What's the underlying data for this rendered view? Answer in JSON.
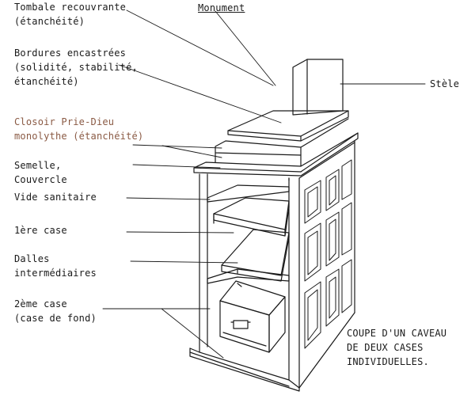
{
  "title": "Monument",
  "labels": {
    "tombale": [
      "Tombale recouvrante",
      "(étanchéité)"
    ],
    "bordures": [
      "Bordures encastrées",
      "(solidité, stabilité,",
      "étanchéité)"
    ],
    "closoir": [
      "Closoir Prie-Dieu",
      "monolythe (étanchéité)"
    ],
    "semelle": [
      "Semelle,",
      "Couvercle"
    ],
    "vide": [
      "Vide sanitaire"
    ],
    "case1": [
      "1ère case"
    ],
    "dalles": [
      "Dalles",
      "intermédiaires"
    ],
    "case2": [
      "2ème case",
      "(case de fond)"
    ],
    "stele": [
      "Stèle"
    ]
  },
  "caption": [
    "COUPE D'UN CAVEAU",
    "DE DEUX CASES",
    "INDIVIDUELLES."
  ],
  "colors": {
    "ink": "#1a1a1a",
    "accent": "#8a5a44"
  }
}
